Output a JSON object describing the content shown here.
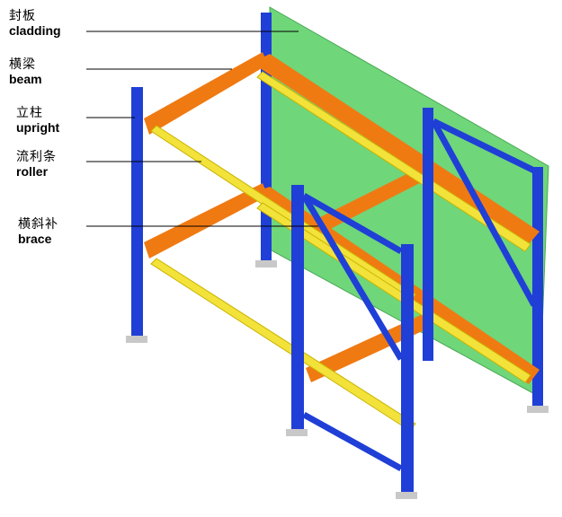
{
  "labels": [
    {
      "zh": "封板",
      "en": "cladding"
    },
    {
      "zh": "横梁",
      "en": "beam"
    },
    {
      "zh": "立柱",
      "en": "upright"
    },
    {
      "zh": "流利条",
      "en": "roller"
    },
    {
      "zh": "横斜补",
      "en": "brace"
    }
  ],
  "colors": {
    "upright": "#1f3fd6",
    "beam": "#f07a12",
    "roller": "#f2e23a",
    "cladding": "#6fd67a",
    "base": "#c8c8c8"
  }
}
